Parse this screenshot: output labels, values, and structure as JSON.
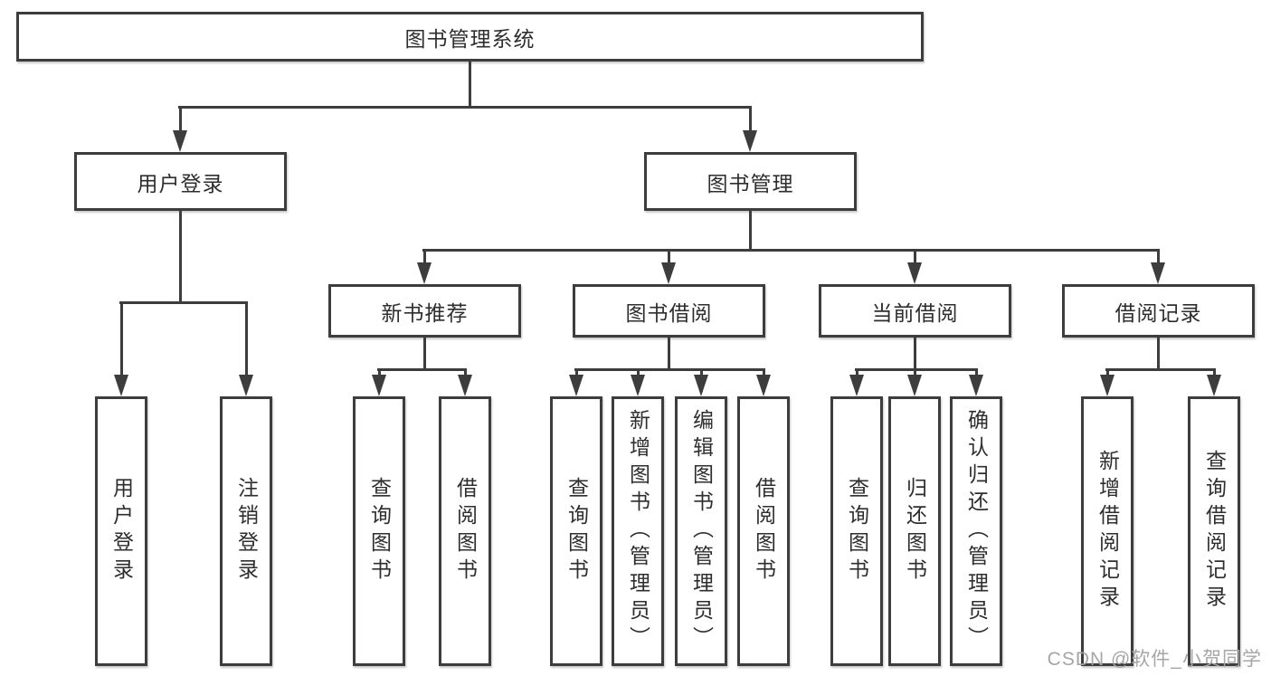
{
  "colors": {
    "line": "#3d3d3d",
    "text": "#2e2e2e",
    "background": "#ffffff",
    "watermark": "#a6a6a6"
  },
  "tree": {
    "root_label": "图书管理系统",
    "branches": [
      {
        "label": "用户登录",
        "children": [
          {
            "label": "用户登录"
          },
          {
            "label": "注销登录"
          }
        ]
      },
      {
        "label": "图书管理",
        "children": [
          {
            "label": "新书推荐",
            "children": [
              {
                "label": "查询图书"
              },
              {
                "label": "借阅图书"
              }
            ]
          },
          {
            "label": "图书借阅",
            "children": [
              {
                "label": "查询图书"
              },
              {
                "label": "新增图书（管理员）"
              },
              {
                "label": "编辑图书（管理员）"
              },
              {
                "label": "借阅图书"
              }
            ]
          },
          {
            "label": "当前借阅",
            "children": [
              {
                "label": "查询图书"
              },
              {
                "label": "归还图书"
              },
              {
                "label": "确认归还（管理员）"
              }
            ]
          },
          {
            "label": "借阅记录",
            "children": [
              {
                "label": "新增借阅记录"
              },
              {
                "label": "查询借阅记录"
              }
            ]
          }
        ]
      }
    ]
  },
  "watermark": {
    "text": "CSDN @软件_小贺同学"
  }
}
